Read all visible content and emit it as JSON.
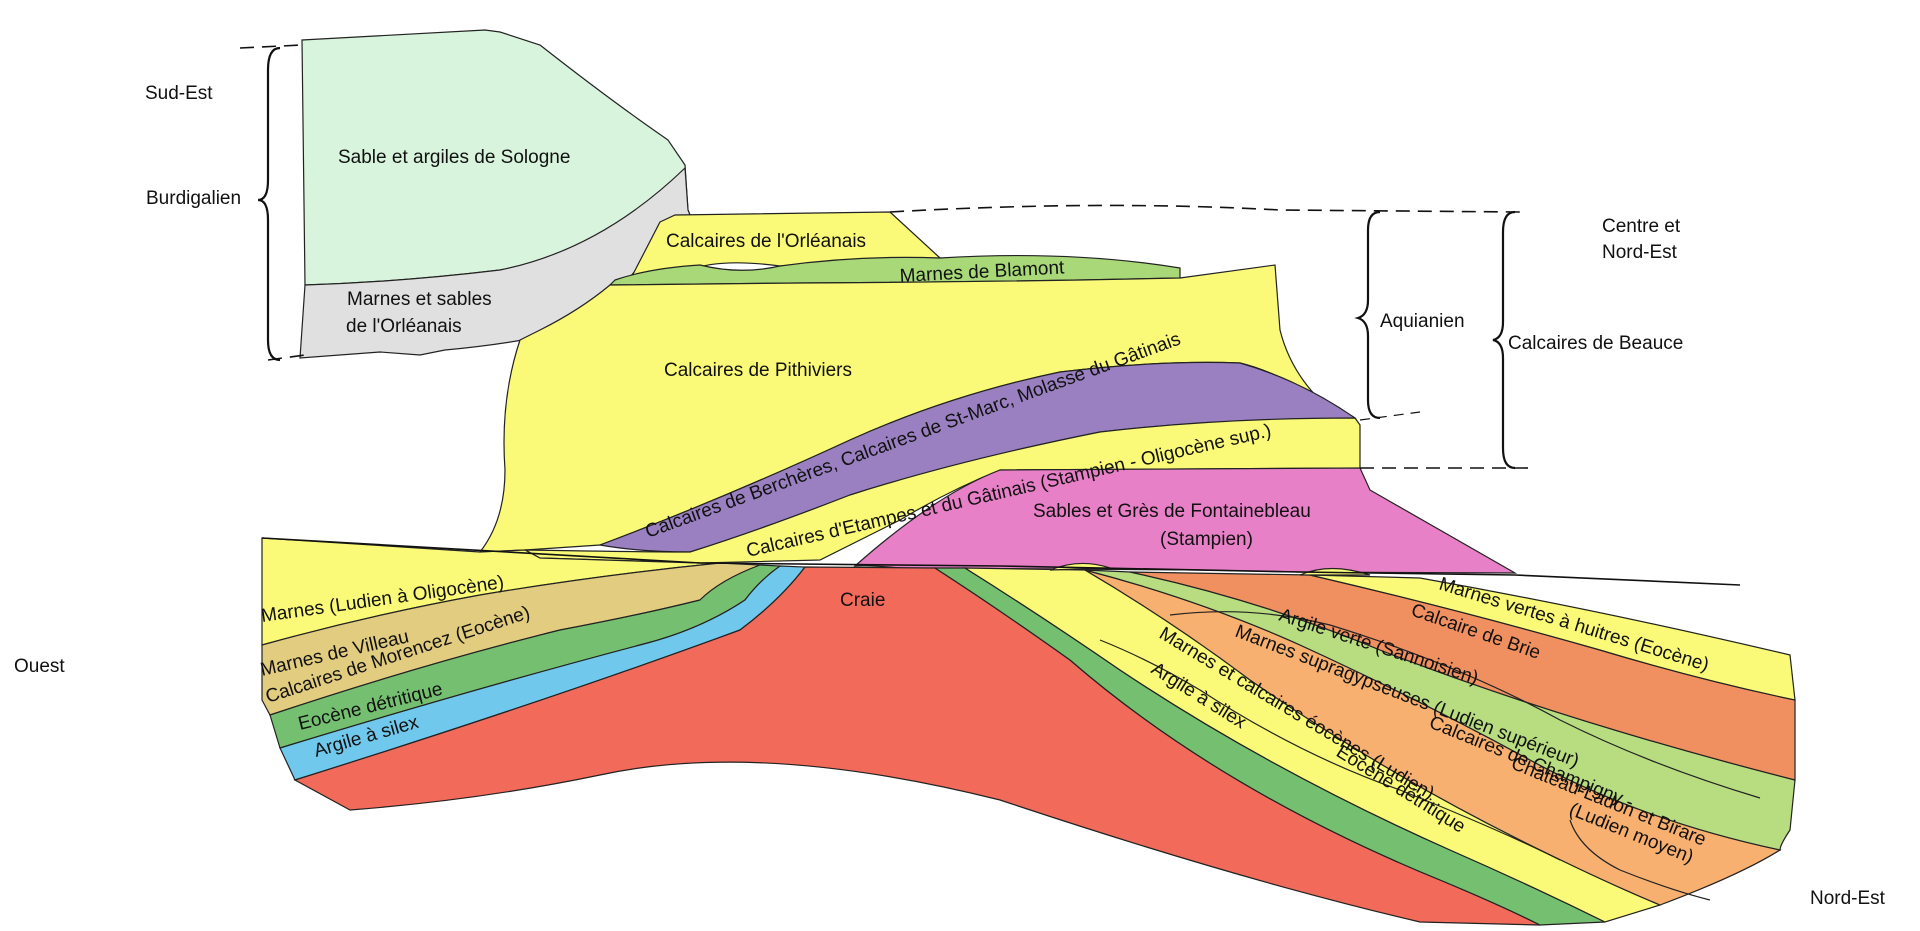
{
  "side_labels": {
    "sud_est": "Sud-Est",
    "burdigalien": "Burdigalien",
    "ouest": "Ouest",
    "nord_est": "Nord-Est",
    "centre_line1": "Centre et",
    "centre_line2": "Nord-Est",
    "aquianien": "Aquianien",
    "calcaires_beauce": "Calcaires de Beauce"
  },
  "layers": {
    "sologne": "Sable et argiles de Sologne",
    "marnes_sables_1": "Marnes et sables",
    "marnes_sables_2": "de l'Orléanais",
    "orleanais": "Calcaires de l'Orléanais",
    "blamont": "Marnes de Blamont",
    "pithiviers": "Calcaires de Pithiviers",
    "bercheres": "Calcaires de Berchères, Calcaires de St-Marc, Molasse du Gâtinais",
    "etampes": "Calcaires d'Etampes et du Gâtinais (Stampien - Oligocène sup.)",
    "fontainebleau_1": "Sables et Grès de Fontainebleau",
    "fontainebleau_2": "(Stampien)",
    "craie": "Craie",
    "west_marnes": "Marnes (Ludien à Oligocène)",
    "west_villeau": "Marnes de Villeau",
    "west_morencez": "Calcaires de Morencez (Eocène)",
    "west_detritique": "Eocène détritique",
    "west_silex": "Argile à silex",
    "east_marnes_vertes": "Marnes vertes à huitres (Eocène)",
    "east_brie": "Calcaire de Brie",
    "east_argile_verte": "Argile verte (Sannoisien)",
    "east_supragyps": "Marnes supragypseuses (Ludien supérieur)",
    "east_marnes_calc": "Marnes et calcaires éocènes (Ludien)",
    "east_champigny_1": "Calcaires de Champigny -",
    "east_champigny_2": "Château-Ladon et Birare",
    "east_champigny_3": "(Ludien moyen)",
    "east_silex": "Argile à silex",
    "east_detritique": "Eocène détritique"
  },
  "colors": {
    "sologne": "#d8f4dc",
    "marnes_sables": "#e0e0e0",
    "yellow": "#fafa78",
    "blamont": "#a8d878",
    "purple": "#9a80c0",
    "pink": "#e880c8",
    "craie": "#f26a5a",
    "tan": "#e2cc80",
    "green": "#74c070",
    "blue": "#70c8ec",
    "orange_dark": "#f09060",
    "orange_light": "#f8b070",
    "light_green": "#b8dc80"
  }
}
